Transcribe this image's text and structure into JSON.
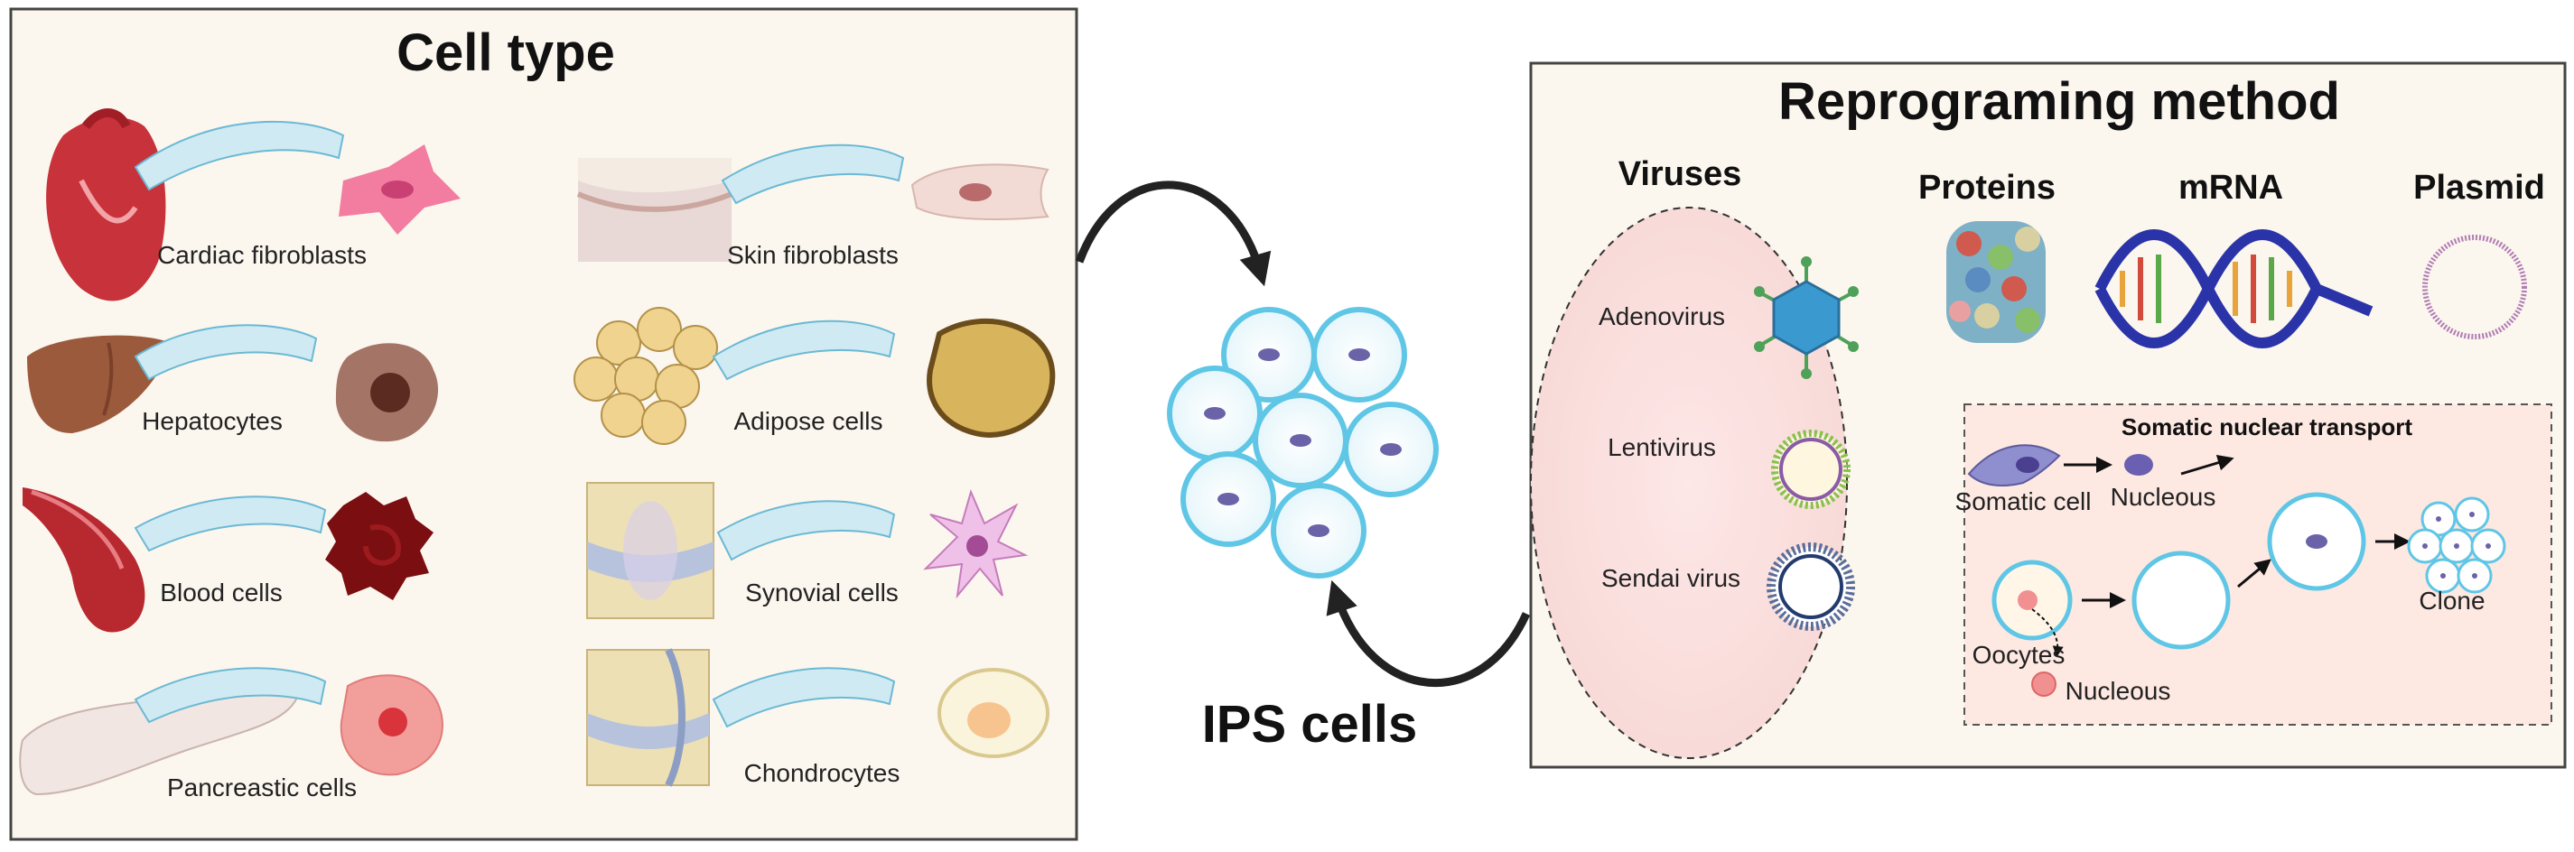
{
  "cell_type_panel": {
    "title": "Cell type",
    "left_column": [
      "Cardiac fibroblasts",
      "Hepatocytes",
      "Blood cells",
      "Pancreastic cells"
    ],
    "right_column": [
      "Skin fibroblasts",
      "Adipose cells",
      "Synovial cells",
      "Chondrocytes"
    ]
  },
  "center": {
    "label": "IPS cells"
  },
  "reprogramming_panel": {
    "title": "Reprograming method",
    "categories": [
      "Viruses",
      "Proteins",
      "mRNA",
      "Plasmid"
    ],
    "viruses": [
      "Adenovirus",
      "Lentivirus",
      "Sendai virus"
    ],
    "nuclear_transport": {
      "title": "Somatic nuclear transport",
      "somatic_cell": "Somatic cell",
      "nucleous_top": "Nucleous",
      "oocytes": "Oocytes",
      "nucleous_bottom": "Nucleous",
      "clone": "Clone"
    }
  },
  "colors": {
    "panel_bg": "#fbf6ee",
    "panel_border": "#444444",
    "ips_cell_stroke": "#5fc6e6",
    "ips_nucleus": "#6a63a8",
    "arrow": "#222222"
  }
}
